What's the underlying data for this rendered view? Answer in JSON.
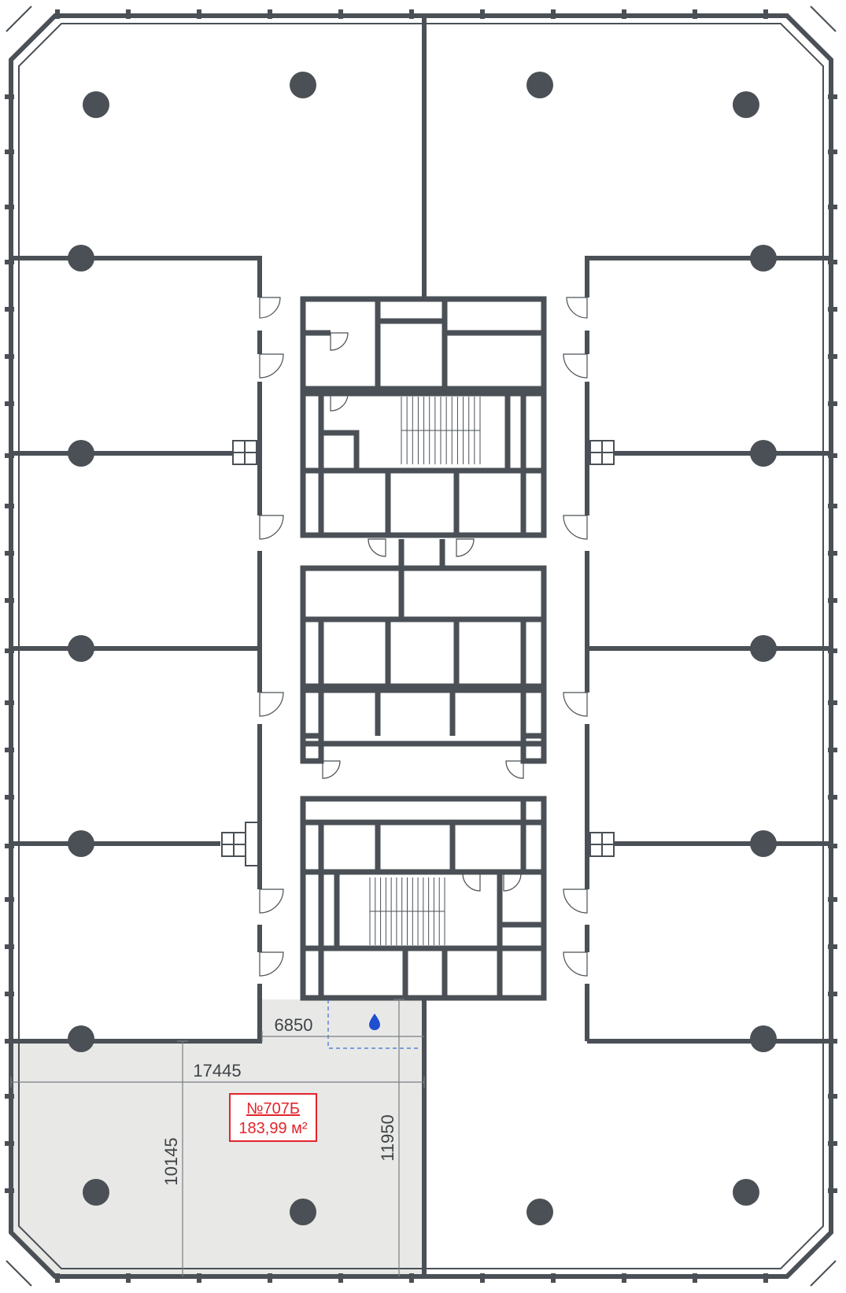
{
  "unit": {
    "number": "№707Б",
    "area": "183,99 м²",
    "highlight_color": "#e8e8e6",
    "label_color": "#e3242b"
  },
  "dimensions": {
    "corridor_width": "6850",
    "unit_width": "17445",
    "unit_depth_inner": "10145",
    "unit_depth_outer": "11950"
  },
  "icons": {
    "water_drop": "water-drop-icon",
    "water_color": "#1f4fcf"
  }
}
